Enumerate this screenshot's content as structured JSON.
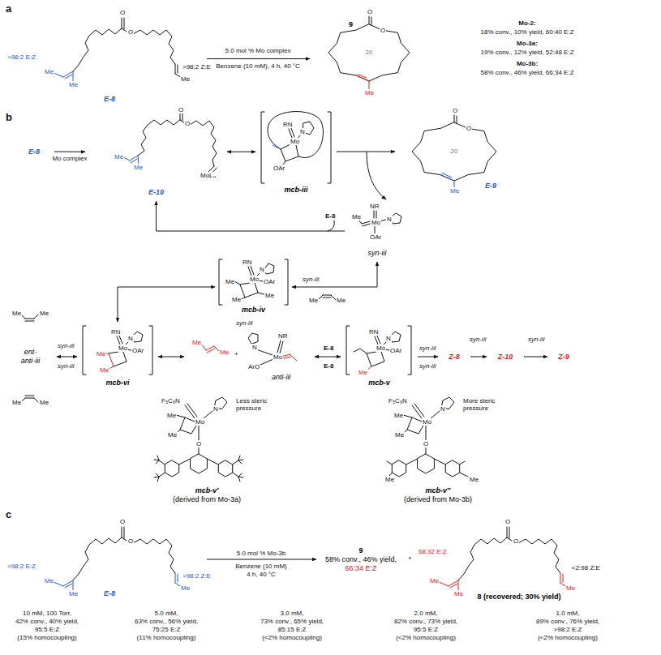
{
  "diagram": {
    "nodes": [
      {
        "text": [
          "E-8"
        ]
      },
      {
        "text": [
          "9"
        ]
      },
      {
        "text": [
          "E-8"
        ]
      },
      {
        "text": [
          "E-10"
        ]
      },
      {
        "text": [
          "mcb-iii"
        ]
      },
      {
        "text": [
          "E-9"
        ]
      },
      {
        "text": [
          "syn-iii"
        ]
      },
      {
        "text": [
          "mcb-iv"
        ]
      },
      {
        "text": [
          "mcb-vi"
        ]
      },
      {
        "text": [
          "ent-",
          "anti-iii"
        ]
      },
      {
        "text": [
          "anti-iii"
        ]
      },
      {
        "text": [
          "mcb-v"
        ]
      },
      {
        "text": [
          "Z-8"
        ]
      },
      {
        "text": [
          "Z-10"
        ]
      },
      {
        "text": [
          "Z-9"
        ]
      },
      {
        "text": [
          "mcb-v′",
          "(derived from Mo-3a)"
        ]
      },
      {
        "text": [
          "mcb-v″",
          "(derived from Mo-3b)"
        ]
      },
      {
        "text": [
          "E-8"
        ]
      },
      {
        "text": [
          "9",
          "58% conv., 46% yield,",
          "66:34 E:Z"
        ]
      },
      {
        "text": [
          "8 (recovered; 30% yield)"
        ]
      }
    ],
    "edges": [
      {
        "from": 0,
        "to": 1,
        "arrow": "to"
      },
      {
        "from": 2,
        "to": 3,
        "arrow": "to",
        "label": "Mo complex"
      },
      {
        "from": 3,
        "to": 4,
        "arrow": "both"
      },
      {
        "from": 4,
        "to": 5,
        "arrow": "to"
      },
      {
        "from": 6,
        "to": 3,
        "arrow": "to"
      },
      {
        "from": 7,
        "to": 6,
        "arrow": "both"
      },
      {
        "from": 7,
        "to": 8,
        "arrow": "both"
      },
      {
        "from": 8,
        "to": 9,
        "arrow": "both"
      },
      {
        "from": 8,
        "to": 10,
        "arrow": "both"
      },
      {
        "from": 10,
        "to": 11,
        "arrow": "both"
      },
      {
        "from": 11,
        "to": 12,
        "arrow": "to"
      },
      {
        "from": 12,
        "to": 13,
        "arrow": "to"
      },
      {
        "from": 13,
        "to": 14,
        "arrow": "to"
      },
      {
        "from": 17,
        "to": 18,
        "arrow": "to"
      }
    ],
    "labels": [
      "a",
      ">98:2 E:Z",
      "Me",
      "Me",
      "O",
      "O",
      ">98:2 Z:E",
      "Me",
      "5.0 mol % Mo complex",
      "Benzene (10 mM), 4 h, 40 °C",
      "O",
      "O",
      "20",
      "Me",
      "Mo-2:",
      "18% conv., 10% yield, 60:40 E:Z",
      "Mo-3a:",
      "19% conv., 12% yield, 52:48 E:Z",
      "Mo-3b:",
      "58% conv., 46% yield, 66:34 E:Z",
      "b",
      "O",
      "O",
      "Me",
      "Me",
      "MoLₙ",
      "RN",
      "N",
      "Mo",
      "OAr",
      "20",
      "O",
      "O",
      "Me",
      "NR",
      "Me",
      "Mo",
      "N",
      "OAr",
      "E-8",
      "RN",
      "N",
      "Mo",
      "Me",
      "Me",
      "Me",
      "OAr",
      "Me",
      "Me",
      "syn-iii",
      "syn-iii",
      "RN",
      "N",
      "Mo",
      "Me",
      "Me",
      "OAr",
      "Me",
      "Me",
      "Me",
      "Me",
      "syn-iii",
      "syn-iii",
      "Me",
      "Me",
      "+",
      "NR",
      "N",
      "Mo",
      "ArO",
      "RN",
      "N",
      "Mo",
      "Me",
      "OAr",
      "E-8",
      "E-8",
      "syn-iii",
      "syn-iii",
      "syn-iii",
      "syn-iii",
      "F₅C₆N",
      "Mo",
      "Me",
      "Me",
      "Less steric pressure",
      "N",
      "O",
      "F₅C₆N",
      "Mo",
      "Me",
      "Me",
      "N",
      "O",
      "More steric pressure",
      "Me",
      "Me",
      "c",
      ">98:2 E:Z",
      "Me",
      "Me",
      "O",
      "O",
      ">98:2 Z:E",
      "Me",
      "5.0 mol % Mo-3b",
      "Benzene (10 mM)",
      "4 h, 40 °C",
      "+",
      "68:32 E:Z",
      "Me",
      "Me",
      "O",
      "O",
      "<2:98 Z:E",
      "Me",
      "10 mM, 100 Torr,",
      "42% conv., 40% yield,",
      "95:5 E:Z",
      "(15% homocoupling)",
      "5.0 mM,",
      "63% conv., 56% yield,",
      "75:25 E:Z",
      "(11% homocoupling)",
      "3.0 mM,",
      "73% conv., 65% yield,",
      "85:15 E:Z",
      "(<2% homocoupling)",
      "2.0 mM,",
      "82% conv., 73% yield,",
      "95:5 E:Z",
      "(<2% homocoupling)",
      "1.0 mM,",
      "89% conv., 76% yield,",
      ">98:2 E:Z",
      "(<2% homocoupling)"
    ]
  }
}
